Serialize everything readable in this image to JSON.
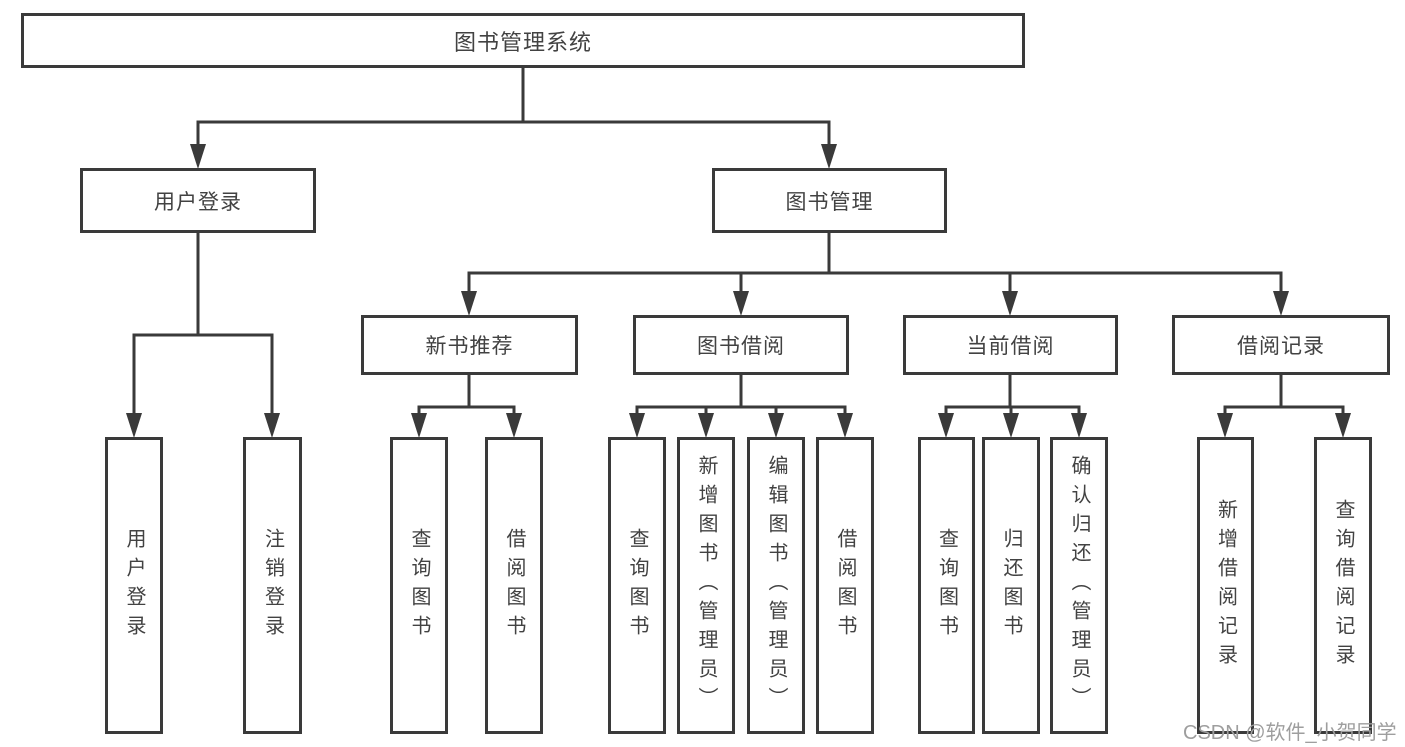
{
  "tree": {
    "label": "图书管理系统",
    "children": [
      {
        "label": "用户登录",
        "children": [
          {
            "label": "用户登录"
          },
          {
            "label": "注销登录"
          }
        ]
      },
      {
        "label": "图书管理",
        "children": [
          {
            "label": "新书推荐",
            "children": [
              {
                "label": "查询图书"
              },
              {
                "label": "借阅图书"
              }
            ]
          },
          {
            "label": "图书借阅",
            "children": [
              {
                "label": "查询图书"
              },
              {
                "label": "新增图书（管理员）"
              },
              {
                "label": "编辑图书（管理员）"
              },
              {
                "label": "借阅图书"
              }
            ]
          },
          {
            "label": "当前借阅",
            "children": [
              {
                "label": "查询图书"
              },
              {
                "label": "归还图书"
              },
              {
                "label": "确认归还（管理员）"
              }
            ]
          },
          {
            "label": "借阅记录",
            "children": [
              {
                "label": "新增借阅记录"
              },
              {
                "label": "查询借阅记录"
              }
            ]
          }
        ]
      }
    ]
  },
  "watermark": "CSDN @软件_小贺同学",
  "colors": {
    "line": "#3a3a3a",
    "text": "#424242",
    "watermark": "#9e9e9e",
    "background": "#ffffff"
  }
}
